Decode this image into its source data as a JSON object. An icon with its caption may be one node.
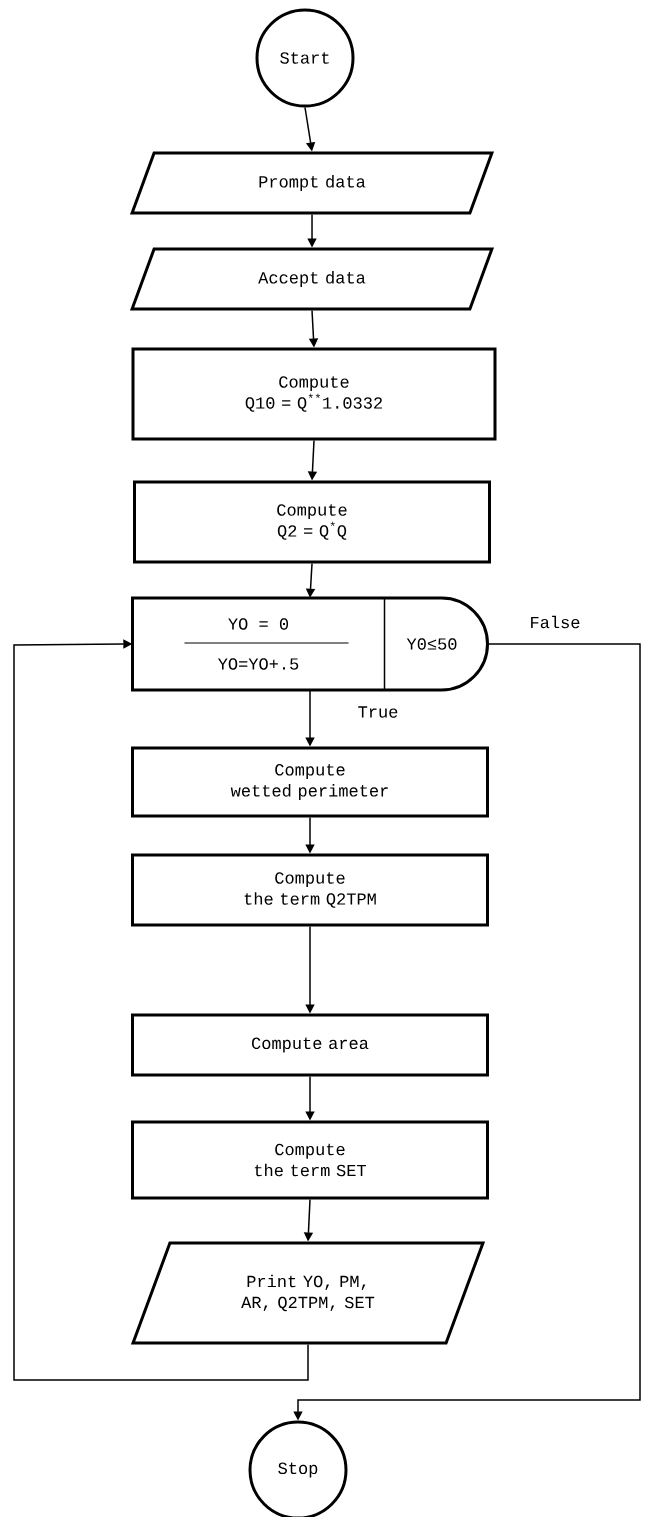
{
  "diagram": {
    "nodes": [
      {
        "text": [
          "Start"
        ]
      },
      {
        "text": [
          "Prompt  data"
        ]
      },
      {
        "text": [
          "Accept  data"
        ]
      },
      {
        "text": [
          "Compute",
          "Q10 = Q$^{**}$1.0332"
        ]
      },
      {
        "text": [
          "Compute",
          "Q2 = Q$^{*}$Q"
        ]
      },
      {
        "text": [
          "YO = 0",
          "YO=YO+.5",
          "Y0≤50"
        ]
      },
      {
        "text": [
          "Compute",
          "wetted perimeter"
        ]
      },
      {
        "text": [
          "Compute",
          "the term Q2TPM"
        ]
      },
      {
        "text": [
          "Compute  area"
        ]
      },
      {
        "text": [
          "Compute",
          "the term SET"
        ]
      },
      {
        "text": [
          "Print YO, PM, AR, Q2TPM, SET"
        ]
      },
      {
        "text": [
          "Stop"
        ]
      }
    ],
    "edges": [
      {
        "from": 0,
        "to": 1,
        "arrow": "to"
      },
      {
        "from": 1,
        "to": 2,
        "arrow": "to"
      },
      {
        "from": 2,
        "to": 3,
        "arrow": "to"
      },
      {
        "from": 3,
        "to": 4,
        "arrow": "to"
      },
      {
        "from": 4,
        "to": 5,
        "arrow": "to"
      },
      {
        "from": 5,
        "to": 6,
        "arrow": "to",
        "label": "True"
      },
      {
        "from": 6,
        "to": 7,
        "arrow": "to"
      },
      {
        "from": 7,
        "to": 8,
        "arrow": "to"
      },
      {
        "from": 8,
        "to": 9,
        "arrow": "to"
      },
      {
        "from": 9,
        "to": 10,
        "arrow": "to"
      },
      {
        "from": 10,
        "to": 5,
        "arrow": "to"
      },
      {
        "from": 5,
        "to": 11,
        "arrow": "to",
        "label": "False"
      }
    ]
  }
}
